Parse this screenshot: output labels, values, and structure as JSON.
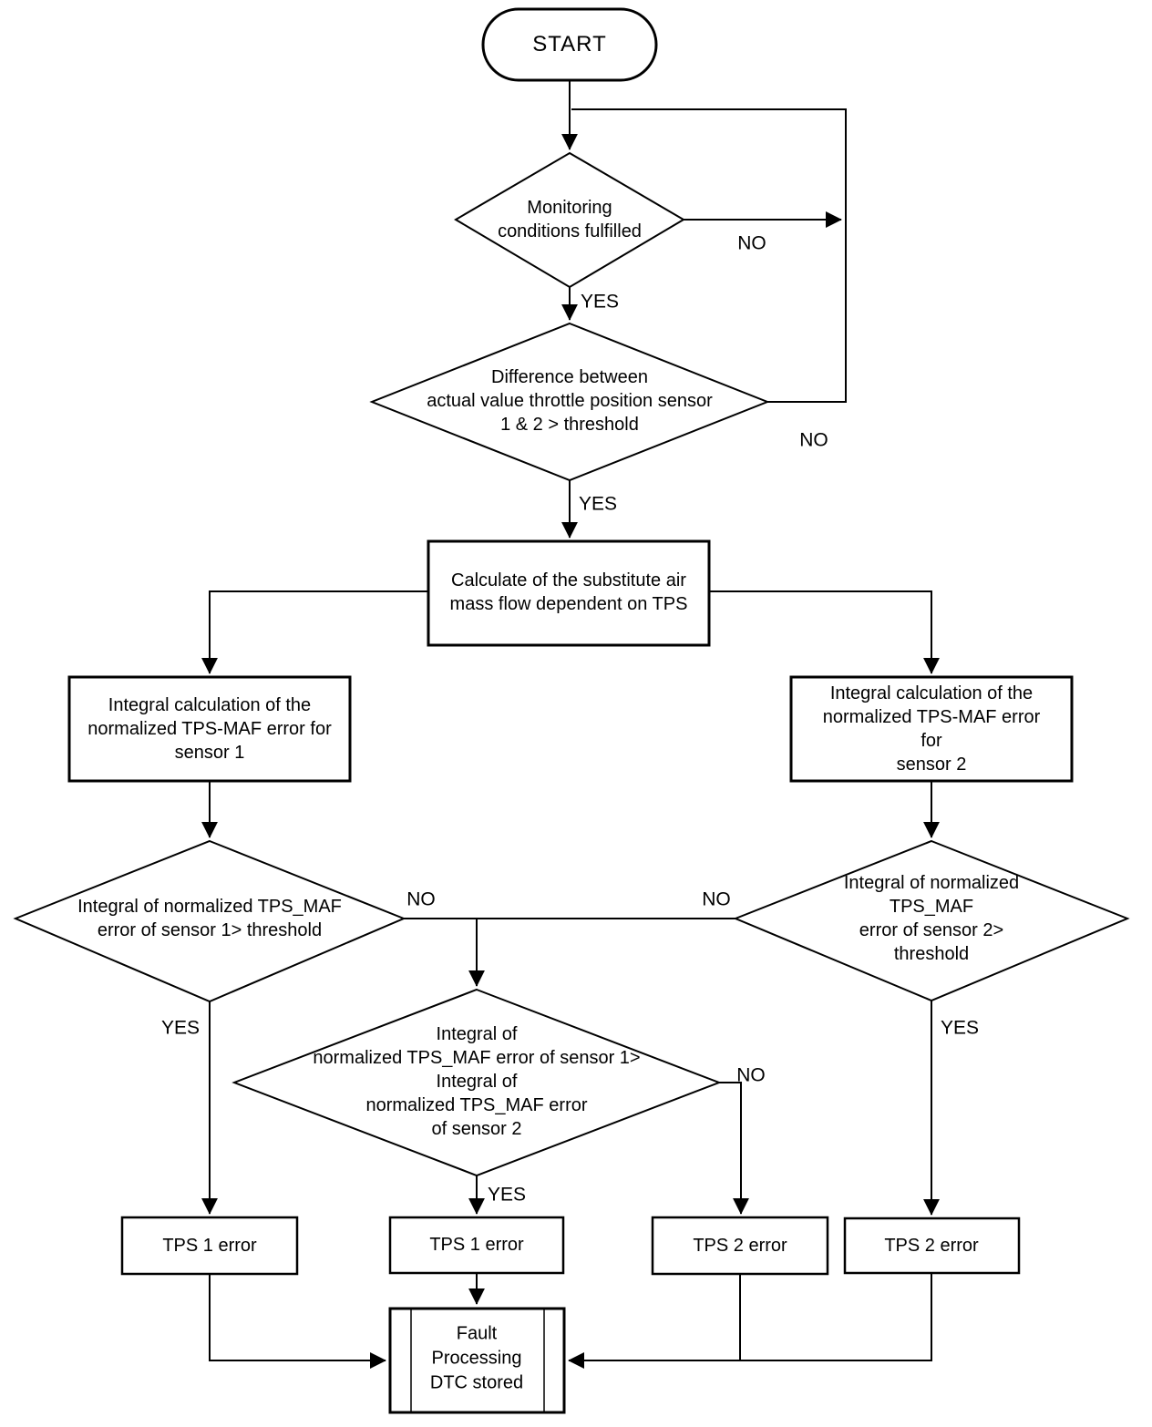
{
  "diagram_title": "TPS / MAF sensor plausibility diagnosis flowchart",
  "colors": {
    "stroke": "#000000",
    "background": "#ffffff",
    "text": "#000000"
  },
  "nodes": {
    "start": {
      "label": "START",
      "type": "terminator"
    },
    "monitoring": {
      "label": "Monitoring\nconditions fulfilled",
      "type": "decision"
    },
    "difference": {
      "label": "Difference between\nactual value throttle position sensor\n1 & 2 > threshold",
      "type": "decision"
    },
    "calculate": {
      "label": "Calculate of the substitute air\nmass flow dependent on TPS",
      "type": "process"
    },
    "integral_sensor1": {
      "label": "Integral calculation of the\nnormalized TPS-MAF error for\nsensor 1",
      "type": "process"
    },
    "integral_sensor2": {
      "label": "Integral calculation of the\nnormalized TPS-MAF error for\nsensor 2",
      "type": "process"
    },
    "threshold_sensor1": {
      "label": "Integral of normalized TPS_MAF\nerror of sensor 1> threshold",
      "type": "decision"
    },
    "threshold_sensor2": {
      "label": "Integral of normalized TPS_MAF\nerror of sensor 2> threshold",
      "type": "decision"
    },
    "compare_sensors": {
      "label": "Integral of\nnormalized TPS_MAF error of sensor 1>\nIntegral of\nnormalized TPS_MAF error\nof sensor 2",
      "type": "decision"
    },
    "tps1_error_left": {
      "label": "TPS 1 error",
      "type": "process"
    },
    "tps1_error_mid": {
      "label": "TPS 1 error",
      "type": "process"
    },
    "tps2_error_mid": {
      "label": "TPS 2 error",
      "type": "process"
    },
    "tps2_error_right": {
      "label": "TPS 2 error",
      "type": "process"
    },
    "fault_processing": {
      "label": "Fault\nProcessing\nDTC stored",
      "type": "predefined-process"
    }
  },
  "edge_labels": {
    "monitoring_no": "NO",
    "monitoring_yes": "YES",
    "difference_no": "NO",
    "difference_yes": "YES",
    "threshold1_no": "NO",
    "threshold1_yes": "YES",
    "threshold2_no": "NO",
    "threshold2_yes": "YES",
    "compare_no": "NO",
    "compare_yes": "YES"
  }
}
